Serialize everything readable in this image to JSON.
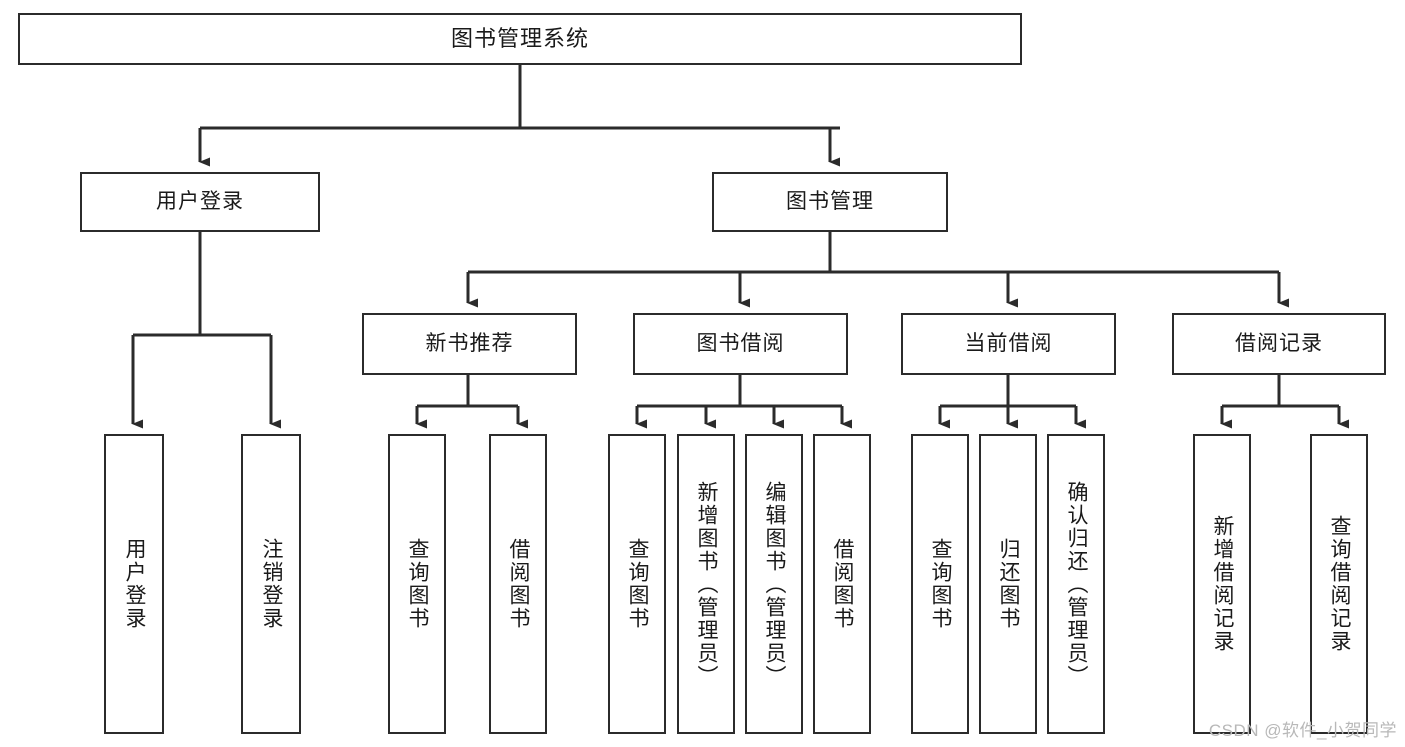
{
  "diagram": {
    "title": "图书管理系统",
    "type": "tree",
    "watermark": "CSDN @软件_小贺同学",
    "colors": {
      "box_border": "#2b2b2b",
      "box_fill": "#ffffff",
      "connector": "#2b2b2b",
      "text": "#1a1a1a",
      "watermark": "#b8b8b8"
    },
    "levels": {
      "root": [
        "图书管理系统"
      ],
      "level2": [
        "用户登录",
        "图书管理"
      ],
      "level3": [
        "新书推荐",
        "图书借阅",
        "当前借阅",
        "借阅记录"
      ],
      "leaves": [
        "用户登录",
        "注销登录",
        "查询图书",
        "借阅图书",
        "查询图书",
        "新增图书（管理员）",
        "编辑图书（管理员）",
        "借阅图书",
        "查询图书",
        "归还图书",
        "确认归还（管理员）",
        "新增借阅记录",
        "查询借阅记录"
      ]
    },
    "nodes": {
      "root": {
        "label": "图书管理系统"
      },
      "user_login": {
        "label": "用户登录"
      },
      "book_manage": {
        "label": "图书管理"
      },
      "new_book_rec": {
        "label": "新书推荐"
      },
      "book_borrow": {
        "label": "图书借阅"
      },
      "current_borrow": {
        "label": "当前借阅"
      },
      "borrow_record": {
        "label": "借阅记录"
      },
      "leaf_user_login": {
        "label": "用户登录"
      },
      "leaf_user_logout": {
        "label": "注销登录"
      },
      "leaf_rec_query": {
        "label": "查询图书"
      },
      "leaf_rec_borrow": {
        "label": "借阅图书"
      },
      "leaf_borrow_query": {
        "label": "查询图书"
      },
      "leaf_borrow_add": {
        "label": "新增图书（管理员）"
      },
      "leaf_borrow_edit": {
        "label": "编辑图书（管理员）"
      },
      "leaf_borrow_lend": {
        "label": "借阅图书"
      },
      "leaf_cur_query": {
        "label": "查询图书"
      },
      "leaf_cur_return": {
        "label": "归还图书"
      },
      "leaf_cur_confirm": {
        "label": "确认归还（管理员）"
      },
      "leaf_rec_add": {
        "label": "新增借阅记录"
      },
      "leaf_rec_search": {
        "label": "查询借阅记录"
      }
    }
  }
}
